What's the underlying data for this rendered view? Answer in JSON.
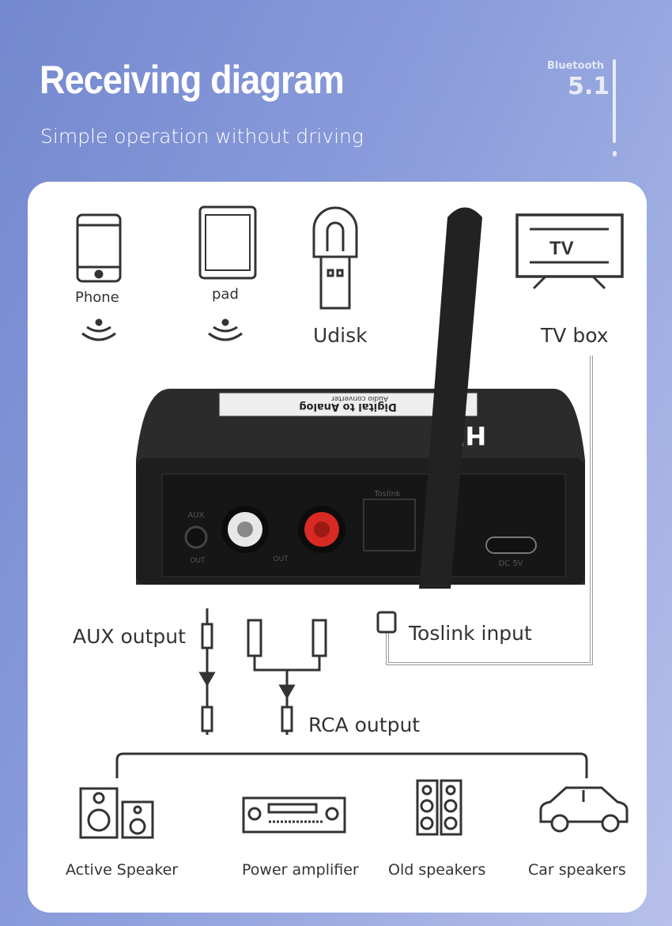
{
  "header": {
    "title": "Receiving diagram",
    "subtitle": "Simple operation without driving"
  },
  "badge": {
    "label": "Bluetooth",
    "version": "5.1"
  },
  "sources": [
    {
      "label": "Phone",
      "icon": "phone-icon"
    },
    {
      "label": "pad",
      "icon": "tablet-icon"
    },
    {
      "label": "Udisk",
      "icon": "usb-drive-icon"
    },
    {
      "label": "TV box",
      "icon": "tv-icon"
    }
  ],
  "device": {
    "top_label": "Digital to Analog",
    "sub_label": "Audio converter",
    "brand": "HiFi",
    "aux": "AUX",
    "out1": "OUT",
    "out2": "OUT",
    "toslink": "Toslink",
    "dc": "DC 5V"
  },
  "connections": {
    "aux": "AUX output",
    "rca": "RCA output",
    "toslink": "Toslink input"
  },
  "outputs": [
    {
      "label": "Active Speaker",
      "icon": "active-speaker-icon"
    },
    {
      "label": "Power amplifier",
      "icon": "amplifier-icon"
    },
    {
      "label": "Old speakers",
      "icon": "tower-speakers-icon"
    },
    {
      "label": "Car speakers",
      "icon": "car-icon"
    }
  ],
  "colors": {
    "accent": "#7f95d6",
    "device": "#1f1f1f",
    "rca_red": "#d62a22"
  }
}
